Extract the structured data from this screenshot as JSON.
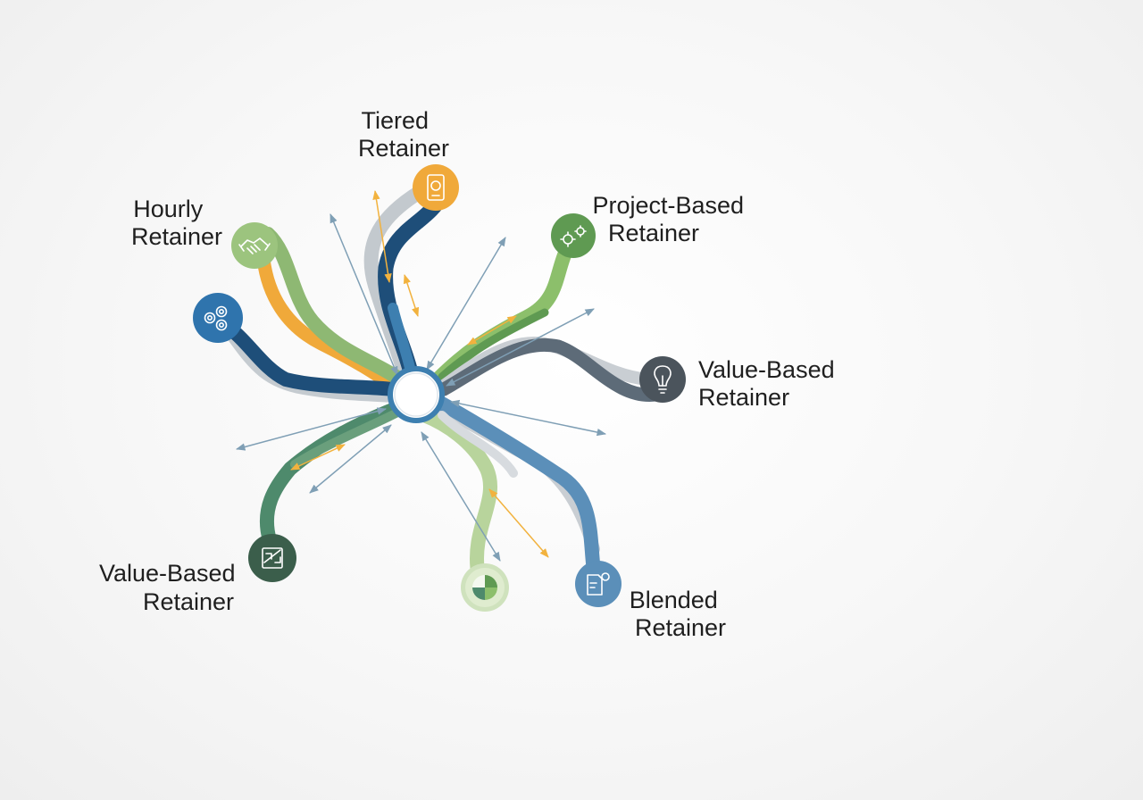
{
  "colors": {
    "dark_blue": "#1e4e79",
    "mid_blue": "#3d7fb0",
    "steel_blue": "#5b8fb9",
    "orange": "#f0a93a",
    "green": "#6fa85a",
    "light_green": "#9cc47e",
    "pale_green": "#b8d49c",
    "slate": "#5d6b78",
    "silver": "#bfc6cc",
    "teal_green": "#4e8a6c",
    "forest": "#3b5e4b",
    "arrow_blue": "#7f9fb5",
    "arrow_orange": "#f2b23e"
  },
  "nodes": [
    {
      "id": "hourly",
      "label_lines": [
        "Hourly",
        "Retainer"
      ],
      "icon": "handshake-icon"
    },
    {
      "id": "tiered",
      "label_lines": [
        "Tiered",
        "Retainer"
      ],
      "icon": "mobile-device-icon"
    },
    {
      "id": "project_based",
      "label_lines": [
        "Project-Based",
        "Retainer"
      ],
      "icon": "gears-icon"
    },
    {
      "id": "value_based_right",
      "label_lines": [
        "Value-Based",
        "Retainer"
      ],
      "icon": "lightbulb-icon"
    },
    {
      "id": "blended",
      "label_lines": [
        "Blended",
        "Retainer"
      ],
      "icon": "document-gear-icon"
    },
    {
      "id": "value_based_left",
      "label_lines": [
        "Value-Based",
        "Retainer"
      ],
      "icon": "blueprint-icon"
    },
    {
      "id": "unlabeled_circles",
      "label_lines": [],
      "icon": "circles-icon"
    },
    {
      "id": "unlabeled_chart",
      "label_lines": [],
      "icon": "pie-chart-icon"
    }
  ]
}
